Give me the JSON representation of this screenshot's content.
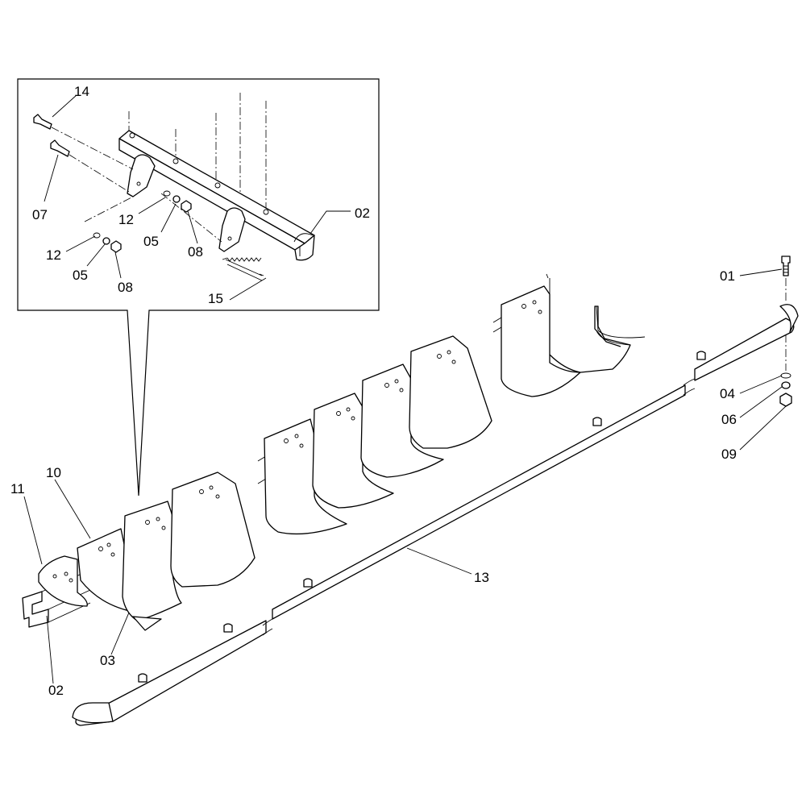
{
  "callouts": {
    "c01": "01",
    "c02_inset": "02",
    "c02_main": "02",
    "c03": "03",
    "c04": "04",
    "c05_a": "05",
    "c05_b": "05",
    "c06": "06",
    "c07": "07",
    "c08_a": "08",
    "c08_b": "08",
    "c09": "09",
    "c10": "10",
    "c11": "11",
    "c12_a": "12",
    "c12_b": "12",
    "c13": "13",
    "c14": "14",
    "c15": "15"
  }
}
